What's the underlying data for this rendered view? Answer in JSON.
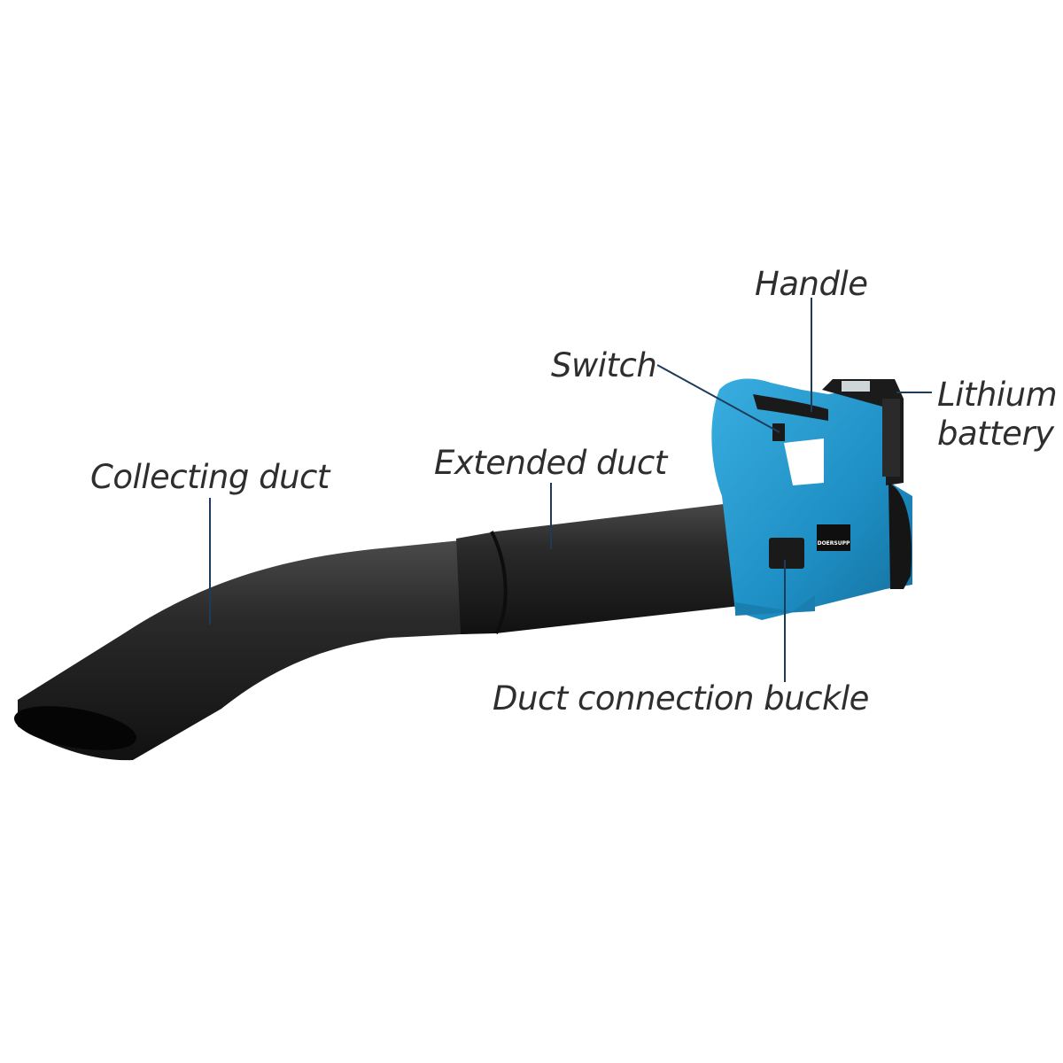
{
  "labels": {
    "handle": "Handle",
    "switch": "Switch",
    "lithium_battery_line1": "Lithium",
    "lithium_battery_line2": "battery",
    "extended_duct": "Extended duct",
    "collecting_duct": "Collecting duct",
    "duct_connection_buckle": "Duct connection buckle"
  },
  "brand_logo_text": "DOERSUPP",
  "colors": {
    "body_blue": "#1e8fc4",
    "duct_black": "#1c1c1c",
    "leader_line": "#1f3b5a",
    "text": "#2e2e2e"
  }
}
